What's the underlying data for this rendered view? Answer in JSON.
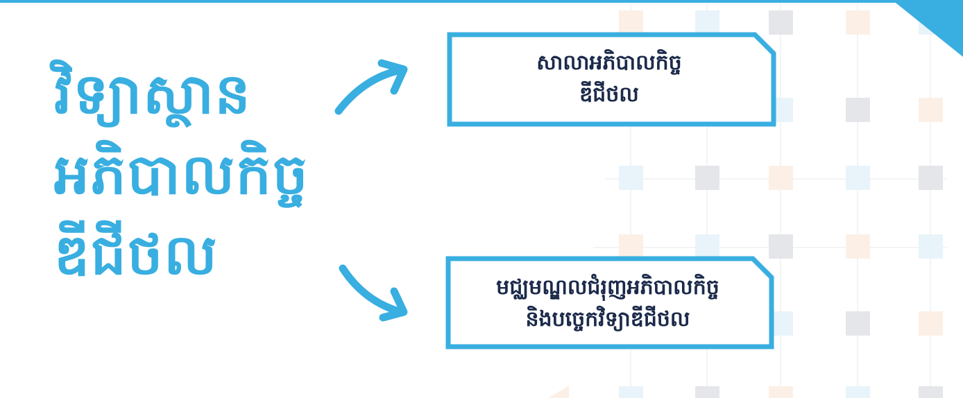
{
  "heading": {
    "lines": [
      "វិទ្យាស្ថាន",
      "អភិបាលកិច្ច",
      "ឌីជីថល"
    ]
  },
  "boxes": [
    {
      "lines": [
        "សាលាអភិបាលកិច្ច",
        "ឌីជីថល"
      ]
    },
    {
      "lines": [
        "មជ្ឈមណ្ឌលជំរុញអភិបាលកិច្ច",
        "និងបច្ចេកវិទ្យាឌីជីថល"
      ]
    }
  ],
  "colors": {
    "accent": "#39aee0",
    "text_dark": "#1b2a4a",
    "square_peach": "#fcf0e6",
    "square_blue": "#e8f4fa",
    "square_gray": "#e4e6ea"
  }
}
